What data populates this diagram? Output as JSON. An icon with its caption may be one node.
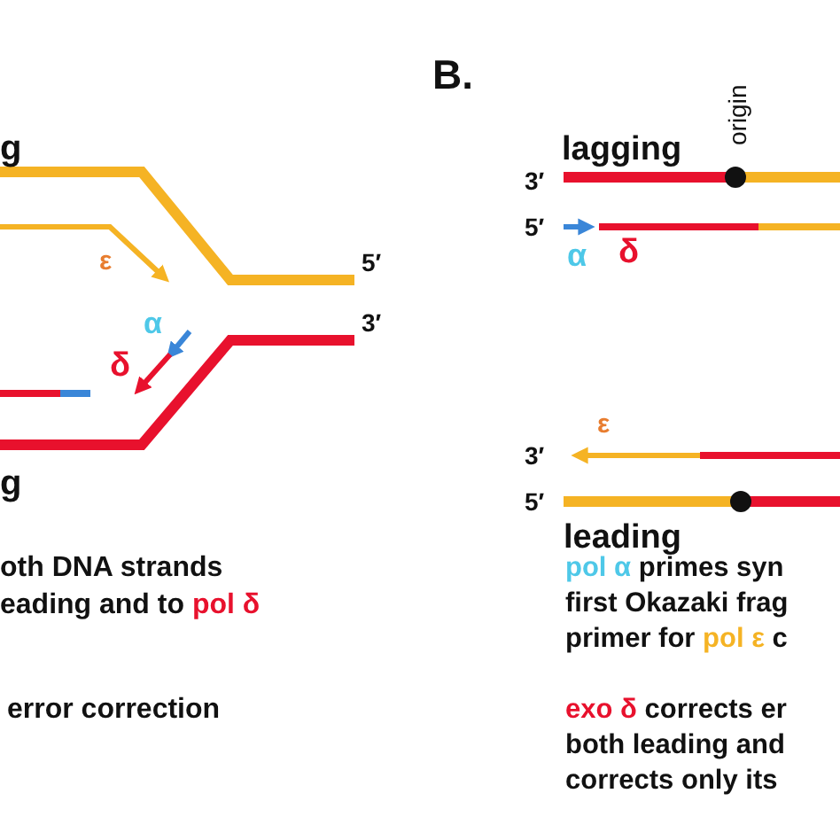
{
  "diagram": {
    "labels": [
      "g",
      "ε",
      "5′",
      "α",
      "3′",
      "δ",
      "g",
      "oth DNA strands eading and to **pol δ**",
      "error correction",
      "B.",
      "origin",
      "lagging",
      "3′",
      "5′",
      "α",
      "δ",
      "ε",
      "3′",
      "5′",
      "leading",
      "**pol α** primes syn first Okazaki frag primer for **pol ε** c",
      "**exo δ** corrects er both leading and corrects only its"
    ]
  }
}
